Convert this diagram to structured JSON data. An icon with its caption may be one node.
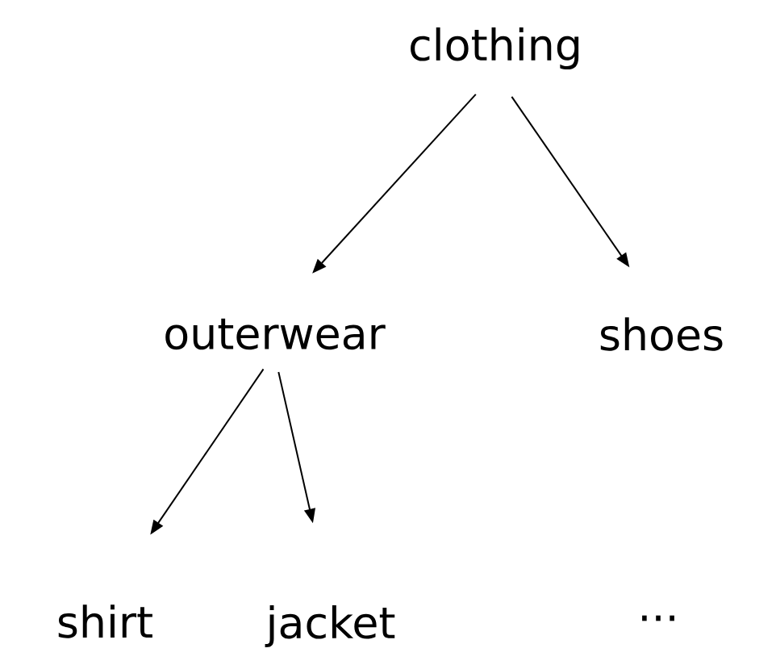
{
  "diagram": {
    "nodes": [
      {
        "text": [
          "clothing"
        ]
      },
      {
        "text": [
          "outerwear"
        ]
      },
      {
        "text": [
          "shoes"
        ]
      },
      {
        "text": [
          "shirt"
        ]
      },
      {
        "text": [
          "jacket"
        ]
      }
    ],
    "edges": [
      {
        "from": 0,
        "to": 1,
        "arrow": "to"
      },
      {
        "from": 0,
        "to": 2,
        "arrow": "to"
      },
      {
        "from": 1,
        "to": 3,
        "arrow": "to"
      },
      {
        "from": 1,
        "to": 4,
        "arrow": "to"
      }
    ],
    "labels": [
      "..."
    ]
  }
}
